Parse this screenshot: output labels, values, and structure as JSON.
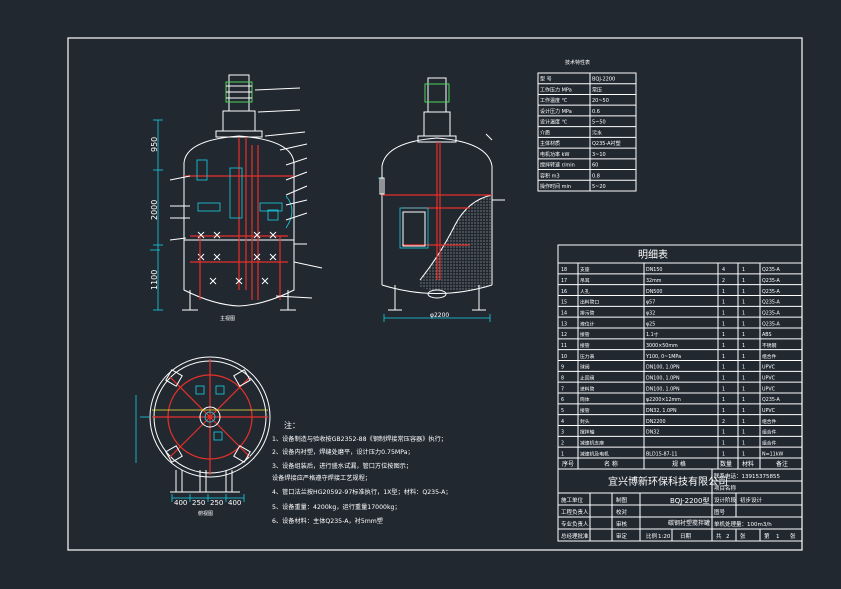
{
  "company": "宜兴博新环保科技有限公司",
  "model": "BQJ-2200型",
  "drawing_title": "碳钢衬塑搅拌罐",
  "contact": "联系电话：13915375855",
  "capacity": "单机处理量：100m3/h",
  "project_name_label": "项目名称",
  "design_label": "设计阶段",
  "design_value": "初步设计",
  "drawing_no_label": "图号",
  "sheet": {
    "label1": "共",
    "value1": "2",
    "label2": "张",
    "label3": "第",
    "value3": "1",
    "label4": "张"
  },
  "approvals": [
    {
      "role": "施工单位",
      "action": "制图"
    },
    {
      "role": "工程负责人",
      "action": "校对"
    },
    {
      "role": "专业负责人",
      "action": "审核"
    },
    {
      "role": "总经理批准",
      "action": "审定"
    }
  ],
  "ratio_label": "比例",
  "ratio_value": "1:20",
  "date_label": "日期",
  "spec_header": "技术特性表",
  "spec_rows": [
    [
      "型 号",
      "BQJ-2200"
    ],
    [
      "工作压力 MPa",
      "常压"
    ],
    [
      "工作温度 ℃",
      "20~50"
    ],
    [
      "设计压力 MPa",
      "0.6"
    ],
    [
      "设计温度 ℃",
      "5~50"
    ],
    [
      "介质",
      "污水"
    ],
    [
      "主体材质",
      "Q235-A衬塑"
    ],
    [
      "电机功率 kW",
      "3~10"
    ],
    [
      "搅拌转速 r/min",
      "60"
    ],
    [
      "容积 m3",
      "0.8"
    ],
    [
      "操作时间 min",
      "5~20"
    ]
  ],
  "bom_title": "明细表",
  "bom_headers": [
    "序号",
    "名 称",
    "规 格",
    "数量",
    "材料",
    "备注"
  ],
  "bom_rows": [
    [
      "18",
      "支座",
      "DN150",
      "4",
      "1",
      "Q235-A"
    ],
    [
      "17",
      "吊耳",
      "32mm",
      "2",
      "1",
      "Q235-A"
    ],
    [
      "16",
      "人孔",
      "DN500",
      "1",
      "1",
      "Q235-A"
    ],
    [
      "15",
      "出料管口",
      "φ57",
      "1",
      "1",
      "Q235-A"
    ],
    [
      "14",
      "排污管",
      "φ32",
      "1",
      "1",
      "Q235-A"
    ],
    [
      "13",
      "液位计",
      "φ25",
      "1",
      "1",
      "Q235-A"
    ],
    [
      "12",
      "接管",
      "1.1寸",
      "1",
      "1",
      "ABS"
    ],
    [
      "11",
      "接管",
      "3000×50mm",
      "1",
      "1",
      "不锈钢"
    ],
    [
      "10",
      "压力表",
      "Y100, 0~1MPa",
      "1",
      "1",
      "组合件"
    ],
    [
      "9",
      "球阀",
      "DN100, 1.0PN",
      "1",
      "1",
      "UPVC"
    ],
    [
      "8",
      "止回阀",
      "DN100, 1.0PN",
      "1",
      "1",
      "UPVC"
    ],
    [
      "7",
      "进料管",
      "DN100, 1.0PN",
      "1",
      "1",
      "UPVC"
    ],
    [
      "6",
      "筒体",
      "φ2200×12mm",
      "1",
      "1",
      "Q235-A"
    ],
    [
      "5",
      "接管",
      "DN32, 1.0PN",
      "1",
      "1",
      "UPVC"
    ],
    [
      "4",
      "封头",
      "DN2200",
      "2",
      "1",
      "组合件"
    ],
    [
      "3",
      "搅拌轴",
      "DN32",
      "1",
      "1",
      "组合件"
    ],
    [
      "2",
      "减速机支座",
      "",
      "1",
      "1",
      "组合件"
    ],
    [
      "1",
      "减速机及电机",
      "BLD15-87-11",
      "1",
      "1",
      "N=11kW"
    ]
  ],
  "dims": {
    "d1": "950",
    "d2": "2000",
    "d3": "1100",
    "d4": "φ2200",
    "plan": [
      "400",
      "250",
      "250",
      "400"
    ]
  },
  "notes_title": "注：",
  "notes": [
    "1、设备制造与验收按GB2352-88《钢制焊接常压容器》执行；",
    "2、设备内衬塑，焊缝处磨平，设计压力0.75MPa；",
    "3、设备组装后，进行盛水试漏，管口方位按图示；",
    "   设备焊接应严格遵守焊接工艺规程；",
    "4、管口法兰按HG20592-97标准执行，1X型；材料：Q235-A；",
    "5、设备重量：4200kg，运行重量17000kg；",
    "6、设备材料：主体Q235-A，衬5mm塑"
  ],
  "view_labels": {
    "front": "主视图",
    "plan": "俯视图"
  }
}
